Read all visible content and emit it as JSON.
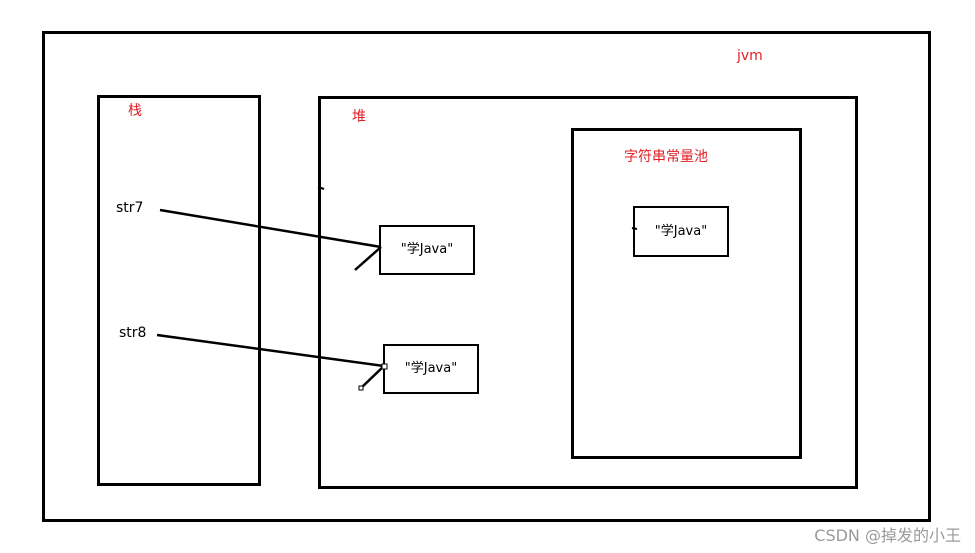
{
  "jvm": {
    "label": "jvm"
  },
  "stack": {
    "label": "栈",
    "vars": [
      "str7",
      "str8"
    ]
  },
  "heap": {
    "label": "堆",
    "objects": [
      "\"学Java\"",
      "\"学Java\""
    ]
  },
  "string_pool": {
    "label": "字符串常量池",
    "objects": [
      "\"学Java\""
    ]
  },
  "colors": {
    "label": "#e31e24",
    "stroke": "#000000",
    "watermark": "#9a9a9a"
  },
  "watermark": "CSDN @掉发的小王"
}
